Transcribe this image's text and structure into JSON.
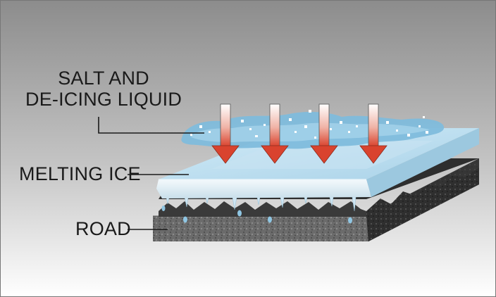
{
  "labels": {
    "salt_line1": "SALT AND",
    "salt_line2": "DE-ICING LIQUID",
    "melting_ice": "MELTING ICE",
    "road": "ROAD"
  },
  "colors": {
    "background_top": "#8e8e8e",
    "background_bottom": "#ffffff",
    "ice": "#bcdced",
    "liquid": "#7fbcdc",
    "road": "#4a4a4a",
    "arrow": "#d9432e"
  },
  "arrow_count": 4
}
